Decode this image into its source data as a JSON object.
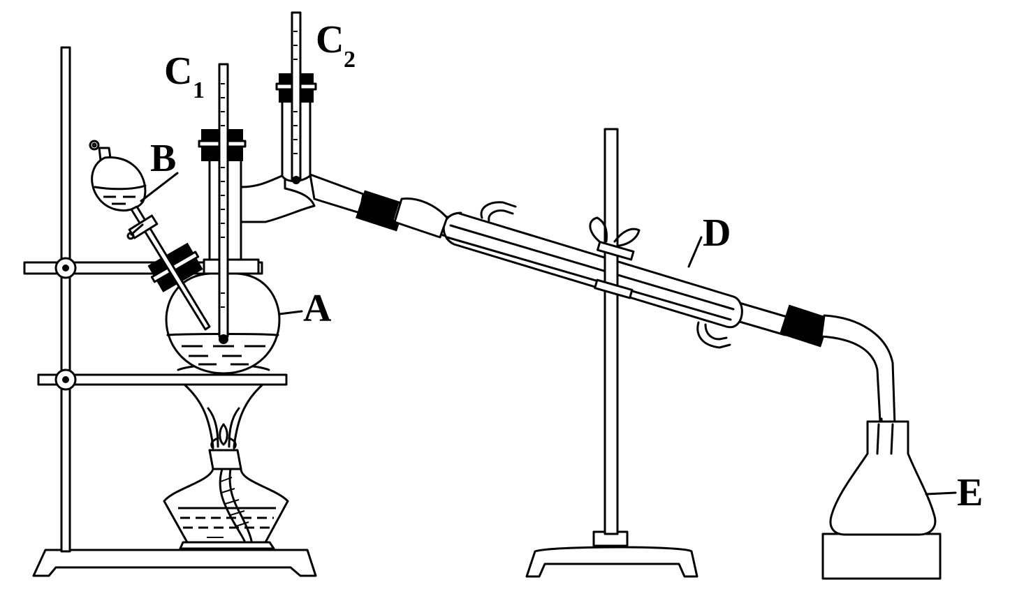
{
  "labels": {
    "A": "A",
    "B": "B",
    "C1_letter": "C",
    "C1_sub": "1",
    "C2_letter": "C",
    "C2_sub": "2",
    "D": "D",
    "E": "E"
  }
}
